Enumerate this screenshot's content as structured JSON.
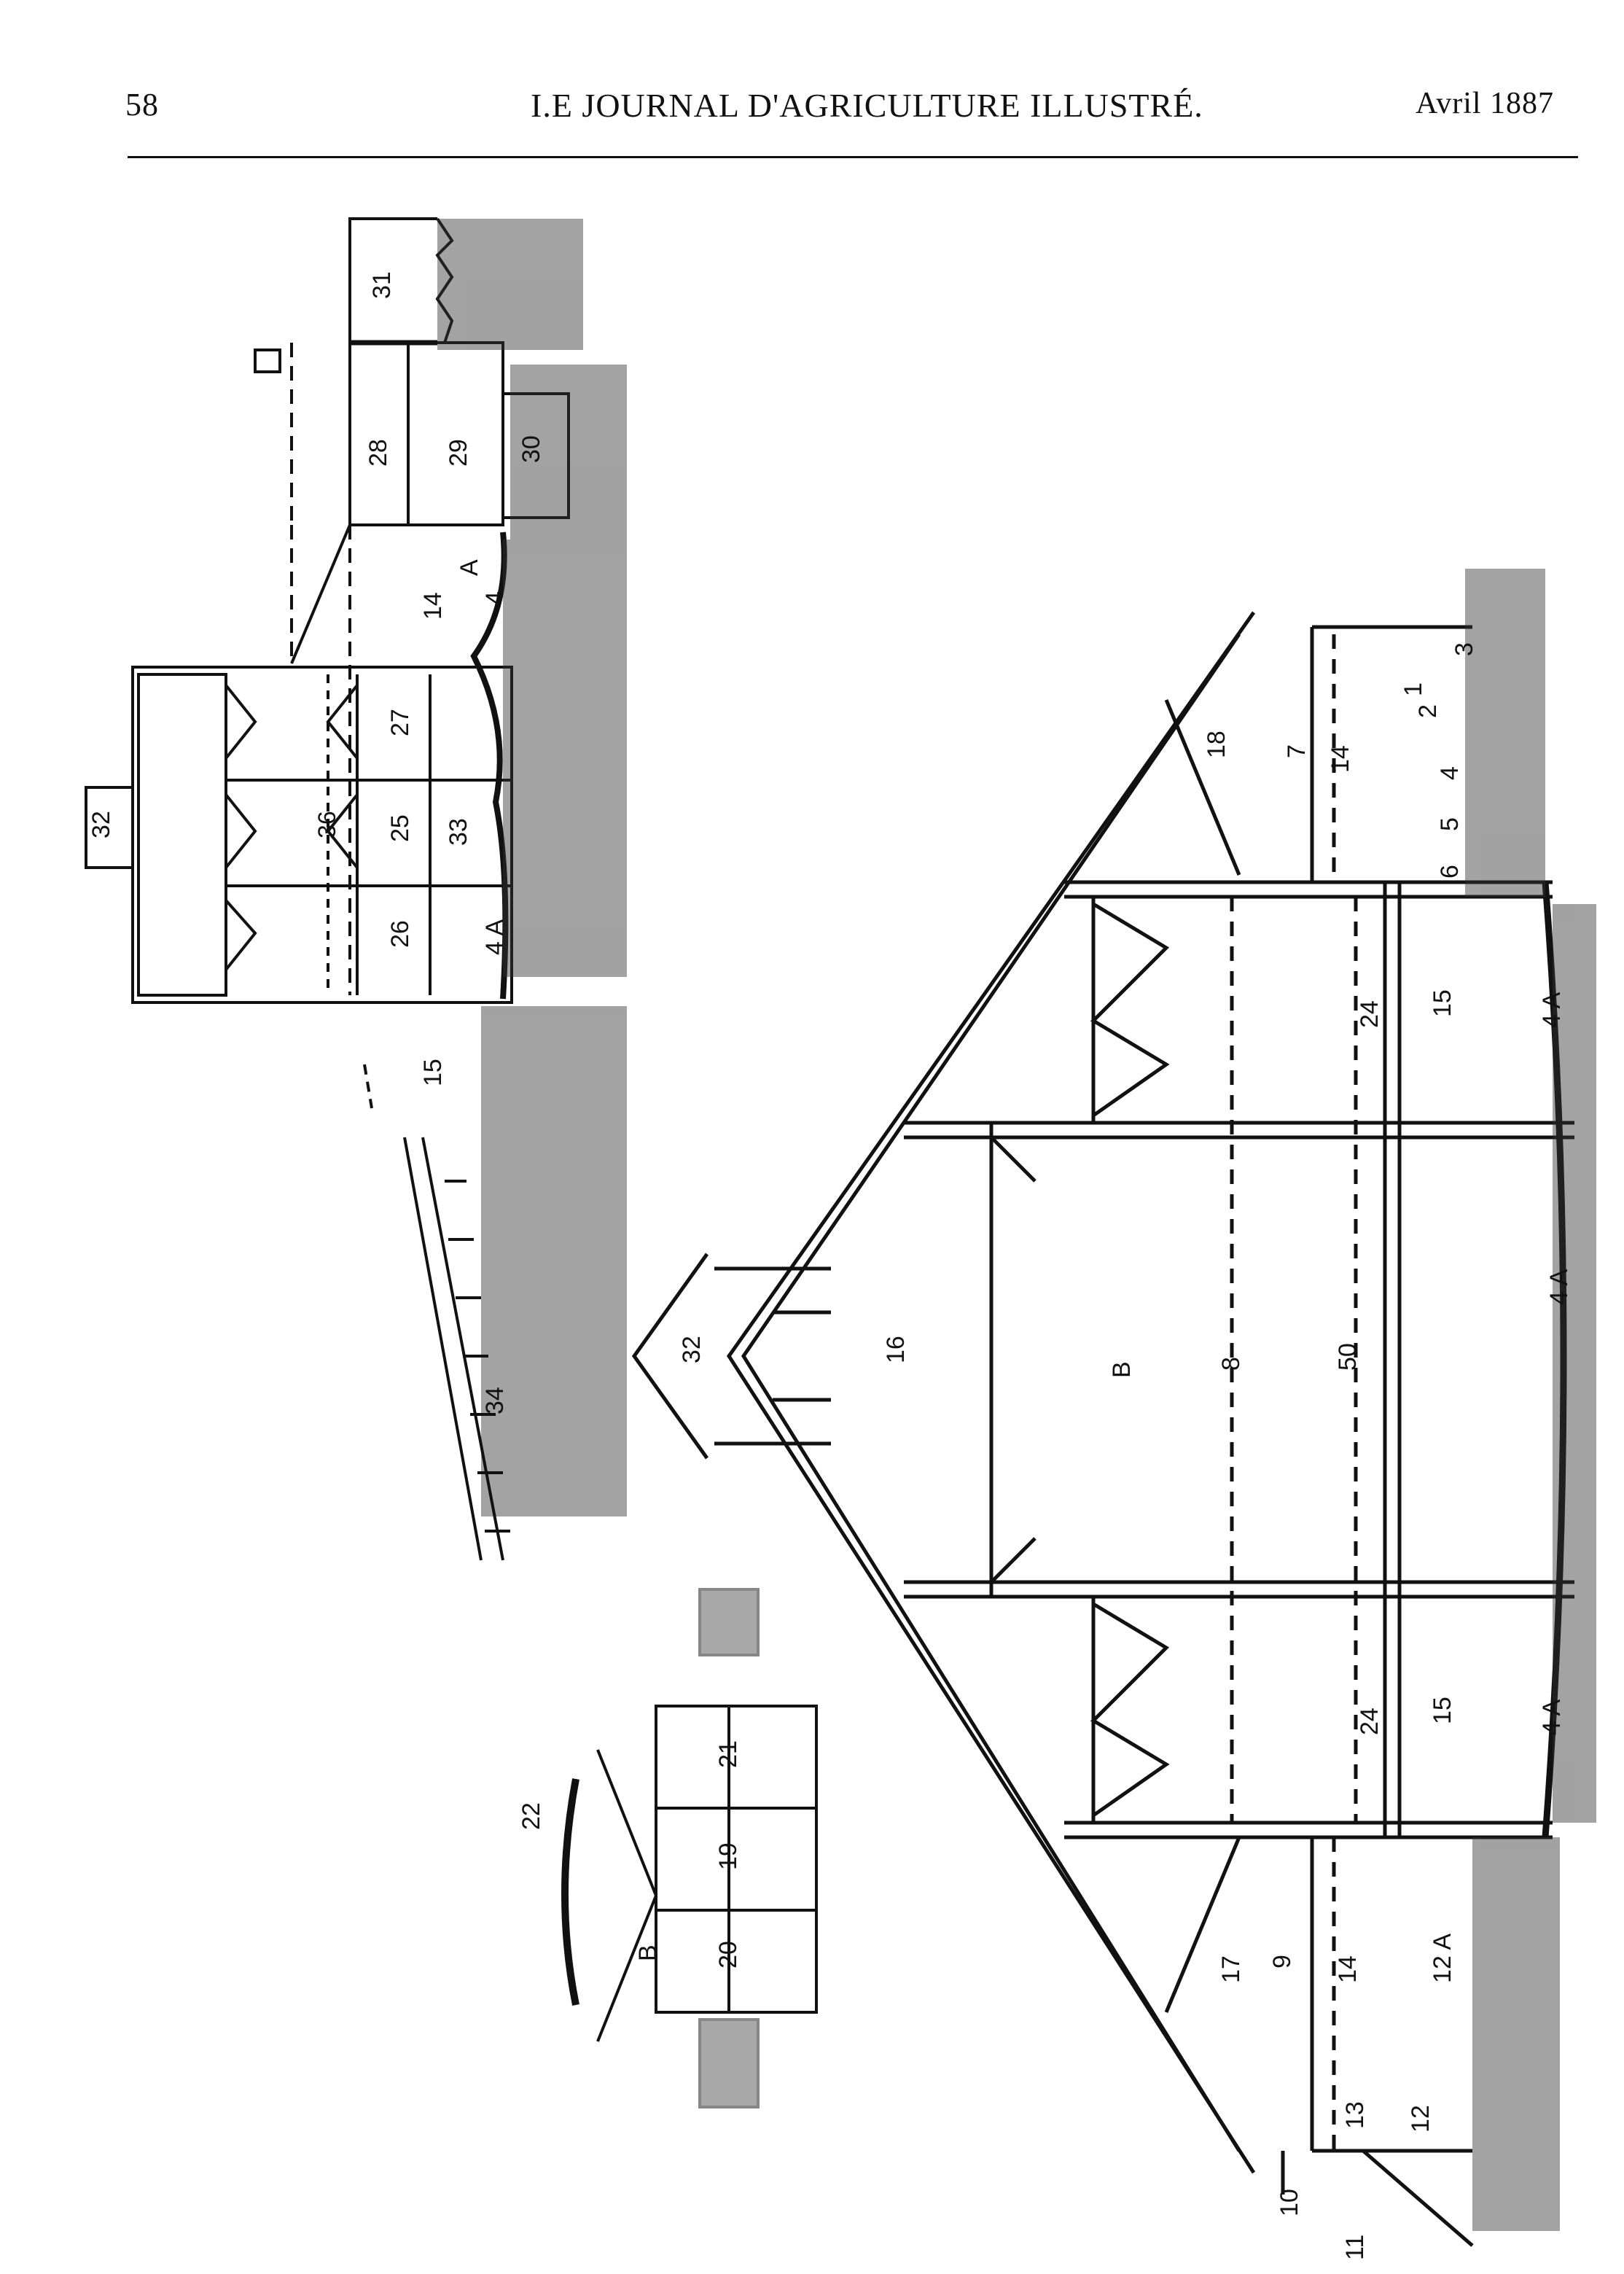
{
  "header": {
    "page_number": "58",
    "journal_title": "I.E JOURNAL D'AGRICULTURE ILLUSTRÉ.",
    "issue_date": "Avril 1887"
  },
  "figure": {
    "labels": [
      "32",
      "36",
      "26",
      "25",
      "27",
      "28",
      "29",
      "30",
      "31",
      "33",
      "14",
      "4",
      "A",
      "4 A",
      "15",
      "34",
      "22",
      "B",
      "20",
      "19",
      "21",
      "16",
      "8",
      "50",
      "24",
      "18",
      "7",
      "3",
      "2",
      "1",
      "5",
      "6",
      "17",
      "9",
      "12 A",
      "13",
      "10",
      "11",
      "12"
    ]
  }
}
